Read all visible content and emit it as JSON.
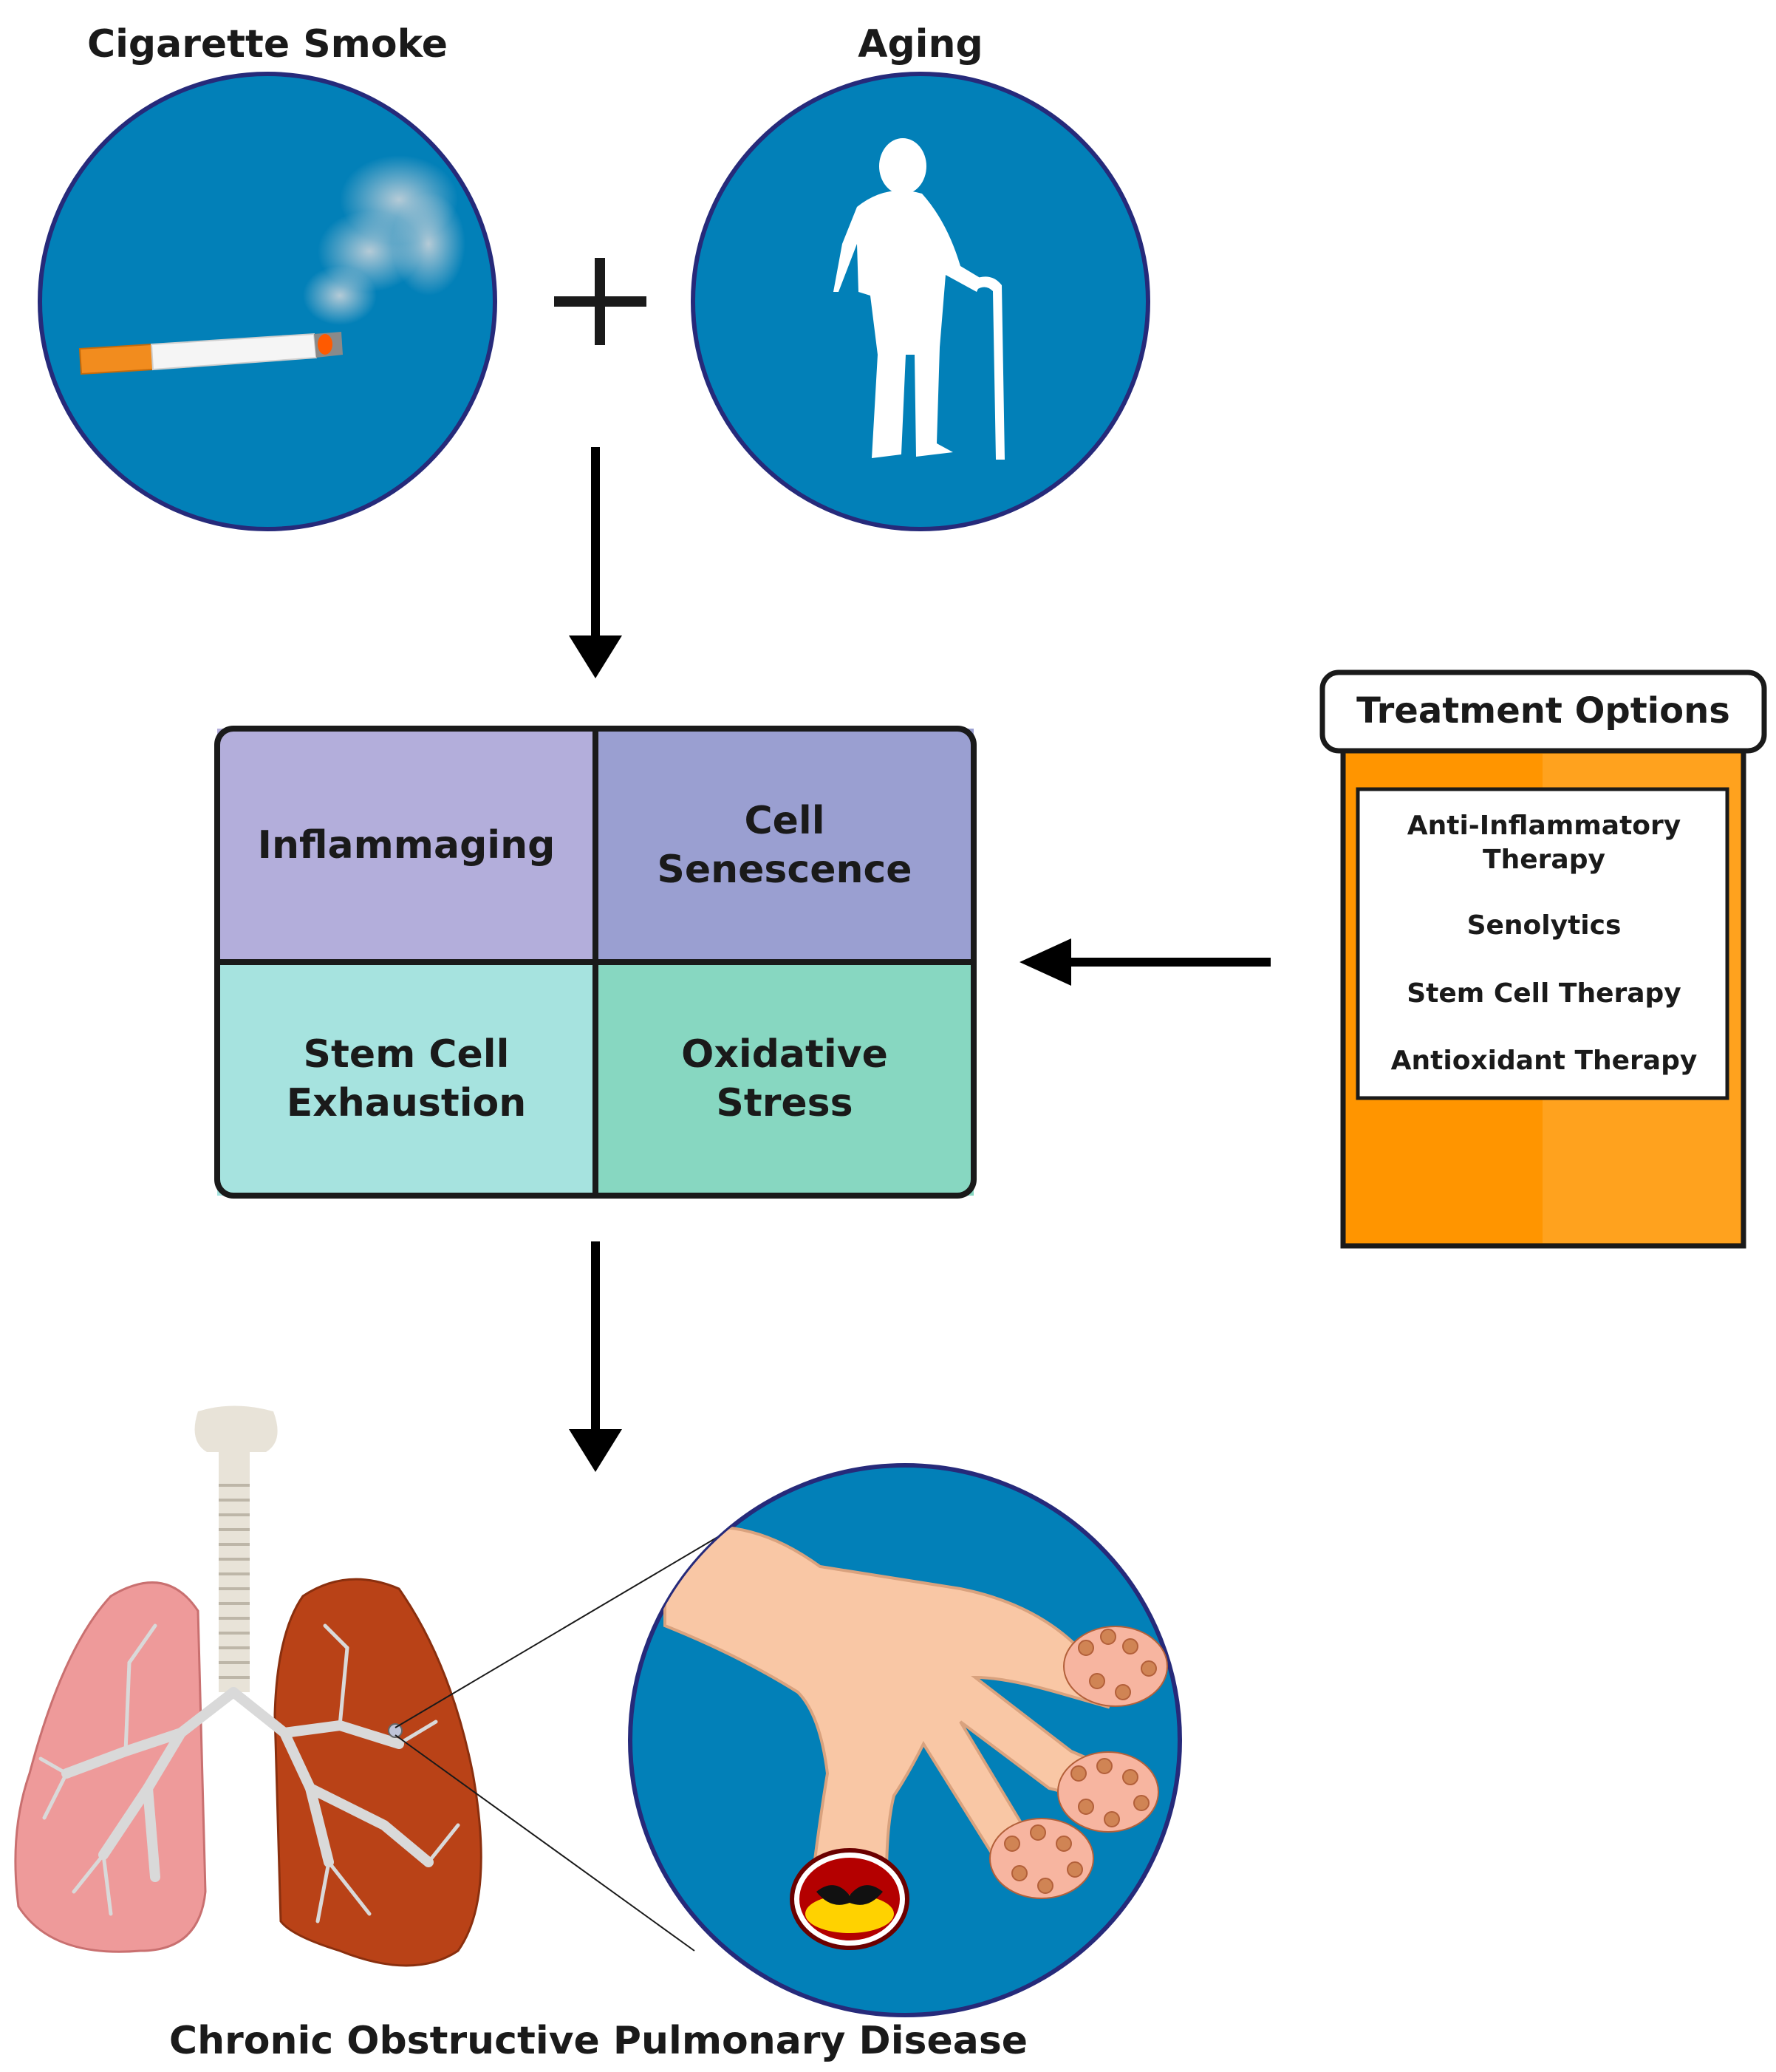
{
  "inputs": {
    "smoke_label": "Cigarette Smoke",
    "aging_label": "Aging"
  },
  "mechanisms": {
    "cells": [
      "Inflammaging",
      "Cell\nSenescence",
      "Stem Cell\nExhaustion",
      "Oxidative\nStress"
    ],
    "colors": [
      "#b3aedb",
      "#9a9fd1",
      "#a6e3df",
      "#87d7c1"
    ]
  },
  "treatment": {
    "title": "Treatment Options",
    "items": [
      "Anti-Inflammatory\nTherapy",
      "Senolytics",
      "Stem Cell Therapy",
      "Antioxidant Therapy"
    ],
    "bottle_color": "#ff9500"
  },
  "outcome": {
    "label": "Chronic Obstructive Pulmonary Disease"
  },
  "colors": {
    "circle_fill": "#0280b8",
    "circle_border": "#262a7a"
  }
}
